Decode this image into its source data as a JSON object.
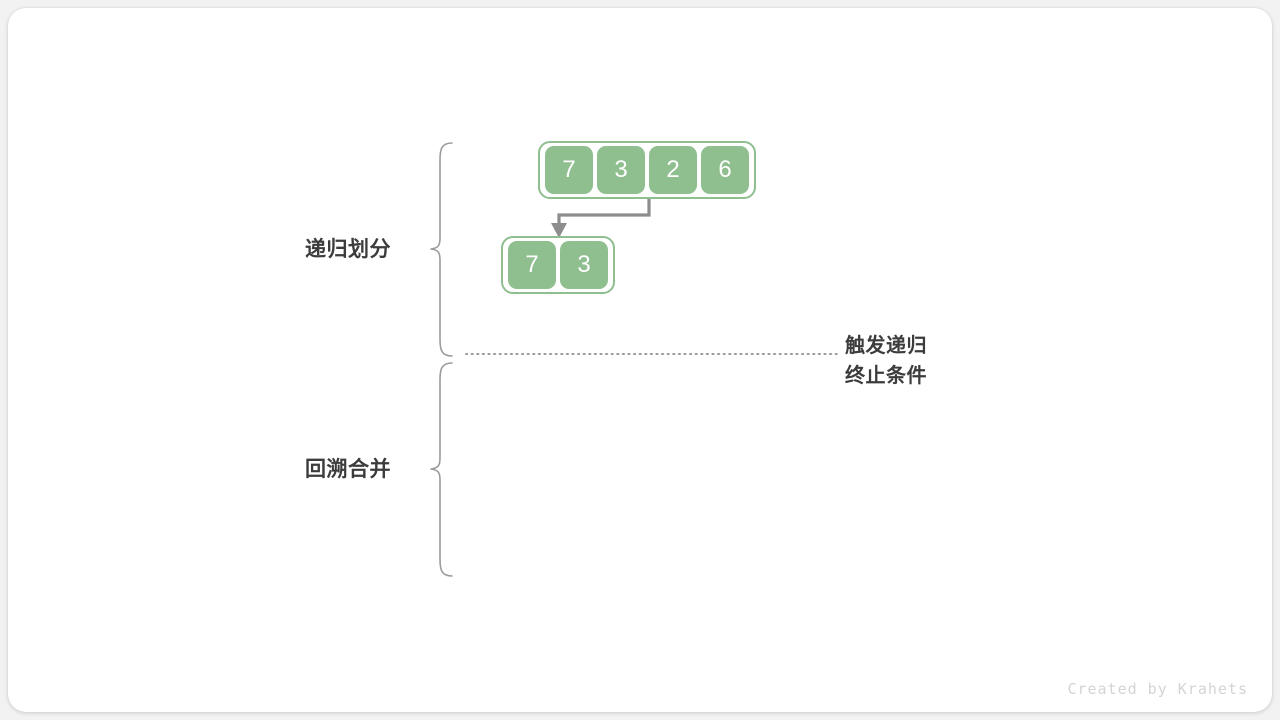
{
  "canvas": {
    "background": "#f2f2f2",
    "card_background": "#ffffff"
  },
  "palette": {
    "accent_green": "#8fbe8f",
    "text_dark": "#3c3c3c",
    "line_gray": "#949494",
    "watermark_gray": "#d4d4d4"
  },
  "labels": {
    "divide": "递归划分",
    "merge": "回溯合并"
  },
  "annotation": {
    "line1": "触发递归",
    "line2": "终止条件"
  },
  "arrays": [
    {
      "id": "array-top",
      "values": [
        "7",
        "3",
        "2",
        "6"
      ]
    },
    {
      "id": "array-bottom",
      "values": [
        "7",
        "3"
      ]
    }
  ],
  "watermark": {
    "text": "Created by Krahets"
  }
}
